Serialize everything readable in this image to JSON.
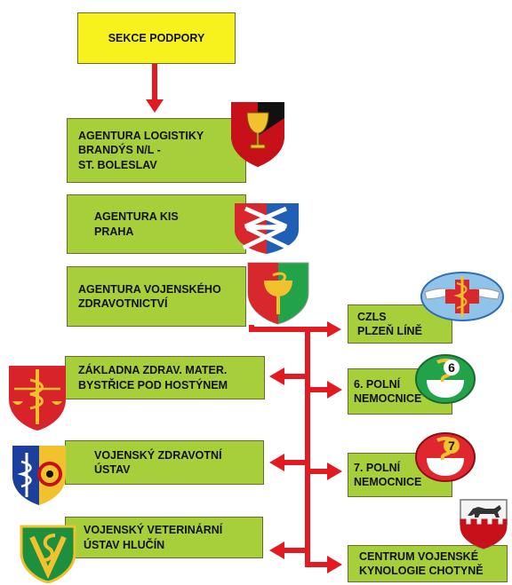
{
  "colors": {
    "top_box": "#f7f21e",
    "unit_box": "#a7cf3a",
    "connector": "#e21b22"
  },
  "top": {
    "label": "SEKCE PODPORY"
  },
  "agencies": [
    {
      "label": "AGENTURA LOGISTIKY\nBRANDÝS N/L -\nST. BOLESLAV",
      "emblem": "chalice-shield-icon"
    },
    {
      "label": "AGENTURA KIS\nPRAHA",
      "emblem": "lightning-shield-icon"
    },
    {
      "label": "AGENTURA VOJENSKÉHO\nZDRAVOTNICTVÍ",
      "emblem": "medical-snake-shield-icon"
    }
  ],
  "left_units": [
    {
      "label": "ZÁKLADNA ZDRAV. MATER.\nBYSTŘICE POD HOSTÝNEM",
      "emblem": "aesculapius-scales-shield-icon"
    },
    {
      "label": "VOJENSKÝ ZDRAVOTNÍ\nÚSTAV",
      "emblem": "biohazard-shield-icon"
    },
    {
      "label": "VOJENSKÝ VETERINÁRNÍ\nÚSTAV HLUČÍN",
      "emblem": "veterinary-sv-shield-icon"
    }
  ],
  "right_units": [
    {
      "label": "CZLS\nPLZEŇ LÍNĚ",
      "emblem": "winged-cross-icon"
    },
    {
      "label": "6. POLNÍ\nNEMOCNICE",
      "emblem": "hygieia-6-icon"
    },
    {
      "label": "7. POLNÍ\nNEMOCNICE",
      "emblem": "hygieia-7-icon"
    },
    {
      "label": "CENTRUM VOJENSKÉ\nKYNOLOGIE CHOTYNĚ",
      "emblem": "dog-castle-shield-icon"
    }
  ]
}
